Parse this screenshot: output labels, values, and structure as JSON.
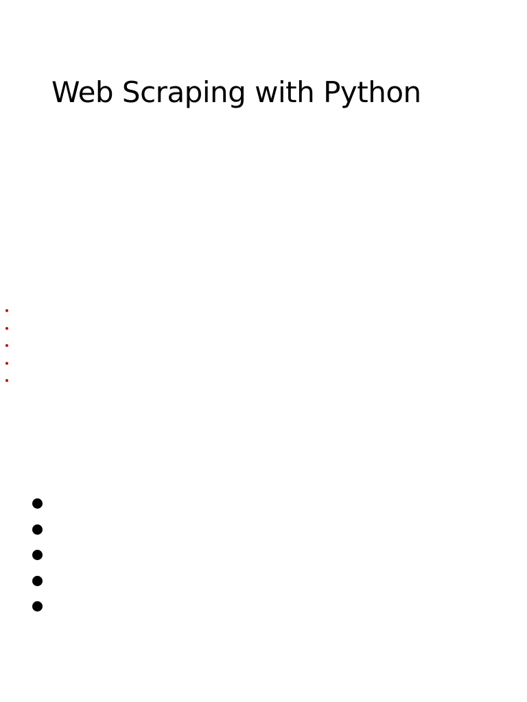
{
  "slide": {
    "title": "Web Scraping with Python"
  },
  "bullets": {
    "red": {
      "count": 5,
      "color": "#e00000"
    },
    "black": {
      "count": 5,
      "color": "#000000"
    }
  }
}
